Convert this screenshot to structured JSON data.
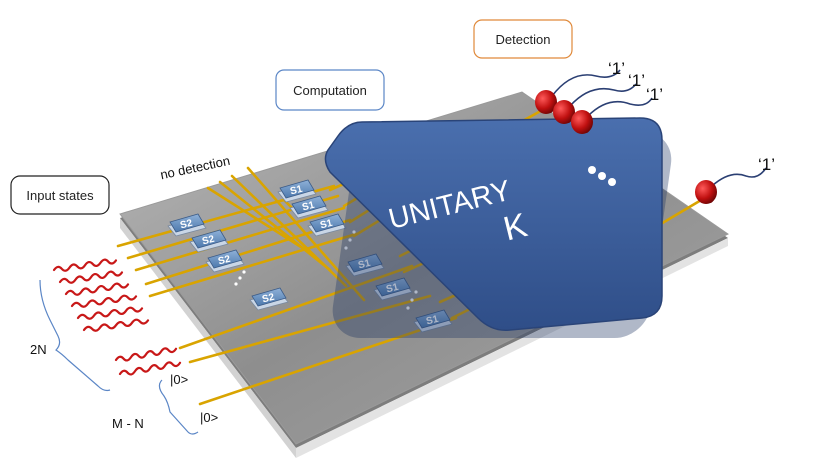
{
  "labels": {
    "input_states": "Input states",
    "computation": "Computation",
    "detection": "Detection",
    "no_detection": "no detection",
    "two_n": "2N",
    "m_minus_n": "M - N",
    "ket_zero_1": "|0>",
    "ket_zero_2": "|0>"
  },
  "unitary": {
    "line1": "UNITARY",
    "line2": "K"
  },
  "detector_outputs": [
    "‘1’",
    "‘1’",
    "‘1’",
    "‘1’"
  ],
  "chips": {
    "s1": "S1",
    "s2": "S2"
  },
  "colors": {
    "waveguide": "#d9a400",
    "unitary_fill": "#3d5f9c",
    "wave": "#c81818",
    "detector": "#c01010",
    "detector_wire": "#2b3f73",
    "computation_border": "#5b86c6",
    "detection_border": "#e0893a",
    "input_border": "#222222",
    "brace": "#5b86c6"
  }
}
